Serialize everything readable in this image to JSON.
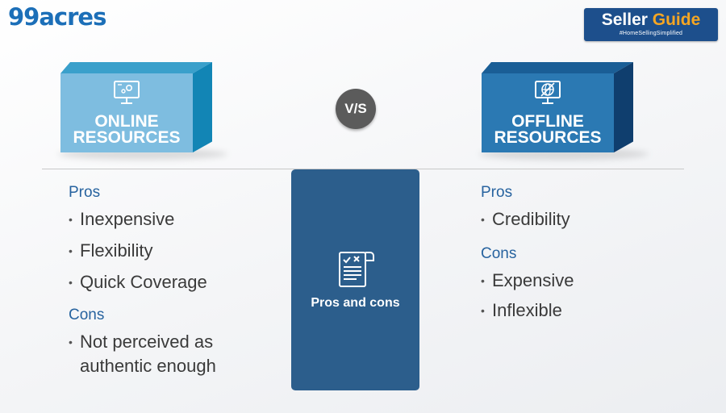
{
  "brand": {
    "logo": "99acres"
  },
  "badge": {
    "title_a": "Seller ",
    "title_b": "Guide",
    "tagline": "#HomeSellingSimplified"
  },
  "online": {
    "title_line1": "ONLINE",
    "title_line2": "RESOURCES",
    "icon": "computer-settings-icon",
    "pros_label": "Pros",
    "pros": [
      "Inexpensive",
      "Flexibility",
      "Quick Coverage"
    ],
    "cons_label": "Cons",
    "cons": [
      "Not perceived as authentic enough"
    ]
  },
  "versus": "V/S",
  "center": {
    "icon": "checklist-document-icon",
    "label": "Pros and cons"
  },
  "offline": {
    "title_line1": "OFFLINE",
    "title_line2": "RESOURCES",
    "icon": "globe-monitor-icon",
    "pros_label": "Pros",
    "pros": [
      "Credibility"
    ],
    "cons_label": "Cons",
    "cons": [
      "Expensive",
      "Inflexible"
    ]
  },
  "colors": {
    "brand_blue": "#1c6fb8",
    "online_front": "#7ebde0",
    "offline_front": "#2b79b3",
    "panel": "#2c5e8c",
    "accent_orange": "#f6a623"
  }
}
